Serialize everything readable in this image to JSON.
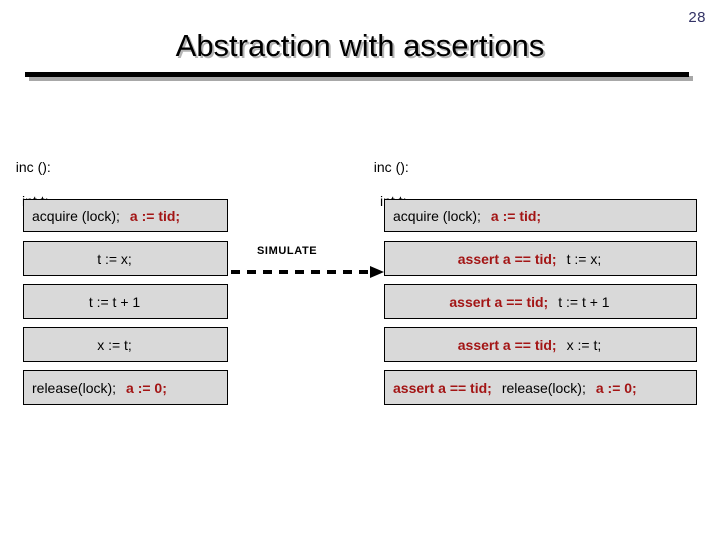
{
  "slide": {
    "page_number": "28",
    "title": "Abstraction with assertions",
    "accent_red": "#a31515",
    "box_fill": "#d9d9d9",
    "page_number_color": "#333366"
  },
  "left_column": {
    "signature_line1": "inc ():",
    "signature_line2": "int t;",
    "boxes": [
      {
        "align": "left",
        "segments": [
          {
            "text": "acquire (lock);",
            "style": "black"
          },
          {
            "text": "a := tid;",
            "style": "red"
          }
        ]
      },
      {
        "align": "center",
        "segments": [
          {
            "text": "t := x;",
            "style": "black"
          }
        ]
      },
      {
        "align": "center",
        "segments": [
          {
            "text": "t := t + 1",
            "style": "black"
          }
        ]
      },
      {
        "align": "center",
        "segments": [
          {
            "text": "x := t;",
            "style": "black"
          }
        ]
      },
      {
        "align": "left",
        "segments": [
          {
            "text": "release(lock);",
            "style": "black"
          },
          {
            "text": "a := 0;",
            "style": "red"
          }
        ]
      }
    ]
  },
  "right_column": {
    "signature_line1": "inc ():",
    "signature_line2": "int t;",
    "boxes": [
      {
        "align": "left",
        "segments": [
          {
            "text": "acquire (lock);",
            "style": "black"
          },
          {
            "text": "a := tid;",
            "style": "red"
          }
        ]
      },
      {
        "align": "center",
        "segments": [
          {
            "text": "assert  a == tid;",
            "style": "red"
          },
          {
            "text": "t := x;",
            "style": "black"
          }
        ]
      },
      {
        "align": "center",
        "segments": [
          {
            "text": "assert  a == tid;",
            "style": "red"
          },
          {
            "text": "t := t + 1",
            "style": "black"
          }
        ]
      },
      {
        "align": "center",
        "segments": [
          {
            "text": "assert  a == tid;",
            "style": "red"
          },
          {
            "text": "x := t;",
            "style": "black"
          }
        ]
      },
      {
        "align": "left",
        "segments": [
          {
            "text": "assert a == tid;",
            "style": "red"
          },
          {
            "text": "release(lock);",
            "style": "black"
          },
          {
            "text": "a := 0;",
            "style": "red"
          }
        ]
      }
    ]
  },
  "connector": {
    "label": "SIMULATE",
    "icon": "dashed-arrow-right-icon"
  }
}
